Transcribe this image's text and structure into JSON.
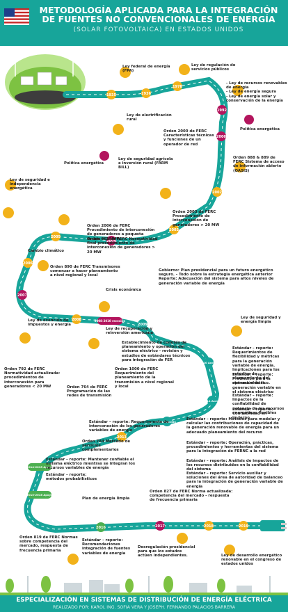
{
  "header": {
    "title_line1": "METODOLOGÍA APLICADA PARA LA INTEGRACIÓN",
    "title_line2": "DE FUENTES NO CONVENCIONALES DE ENERGÍA",
    "subtitle": "(SOLAR FOTOVOLTAICA) EN ESTADOS UNIDOS"
  },
  "years": {
    "y1935": "1935",
    "y1936": "1936",
    "y1978": "1978",
    "y1992": "1992",
    "y2000": "2000",
    "y2002": "2002",
    "y2003": "2003",
    "y2004": "2004",
    "y2005": "2005",
    "y2006": "2006",
    "y2007": "2007",
    "y2008": "2008-2010 recesión",
    "y2008b": "2008",
    "y2009": "2009",
    "y2009r": "2009-2010 (recesión)",
    "y2010": "2010 Acción",
    "y2011": "2011 Acción",
    "y2012": "2012 Acción",
    "y2013": "2013",
    "y2014": "2014-2015 Apoyo",
    "y2015": "2015-2016 Apoyo",
    "y2016": "2016",
    "y2017": "2017",
    "y2018": "2018",
    "y2019": "2019"
  },
  "events": {
    "e1": "Ley federal de energía (FPA)",
    "e2": "Ley de regulación de servicios públicos",
    "e3": "Ley de electrificación rural",
    "e4a": "- Ley de recursos renovables de energía",
    "e4b": "- Ley de energía segura",
    "e4c": "- Ley de energía solar y conservación de la energía",
    "e5": "Política energética",
    "e6a": "Orden 2000 de FERC",
    "e6b": "Características técnicas y funciones de un operador de red",
    "e7a": "Orden 888 & 889 de",
    "e7b": "FERC Sistema de acceso de información abierto (OASIS)",
    "e8": "Política energética",
    "e9": "Ley de seguridad agrícola e inversión rural (FARM BILL)",
    "e10": "Ley de seguridad e independencia energética",
    "e11": "Orden 2003 de FERC Procedimiento de interconexión de generadores > 20 MW",
    "e12": "Orden 2006 de FERC Procedimiento de interconexión de generadores a pequeña escala < 20 MW",
    "e13": "Orden 661 de FERC Normatividad final procedimiento de interconexión de generadores > 20 MW",
    "e14": "Cambio climático",
    "e15": "Orden 890 de FERC Transmisores comenzar a hacer planeamiento a nivel regional y local",
    "e16": "Crisis económica",
    "e17a": "Gobierno: Plan presidencial para un futuro energético seguro. - Todo sobre la estrategia energética anterior",
    "e17b": "Reporte: Adecuación del sistema para altos niveles de generación variable de energía",
    "e18": "Ley de exención de impuestos y energía",
    "e19": "Ley de recuperación y reinversión americana",
    "e20": "Ley de seguridad y energía limpia",
    "e21": "Establecimiento de comités de planeamiento y operación del sistema eléctrico - revisión y estudios de estándares técnicos para integración de FER",
    "e22": "Orden 1000 de FERC Requerimiento del planeamiento de la transmisión a nivel regional y local",
    "e23": "Orden 792 de FERC Normatividad actualizada: procedimientos de interconexión para generadores < 20 MW",
    "e24": "Orden 764 de FERC Programación de las redes de transmisión",
    "e25": "Estándar – reporte: Requerimientos de flexibilidad y métricas para la generación variable de energía. Implicaciones para los estudios de planeamiento del sistema eléctrico.",
    "e26": "Estándar – reporte: Predicción para la operación de la generación variable en el sistema eléctrico",
    "e27": "Estándar – reporte: Impactos de la confiabilidad de potencia de los recursos energéticos flexibles",
    "e28": "Estándar – reporte: Confiabilidad en invierno",
    "e29": "Estándar – reporte: Requerimiento de interconexión de los generadores variables de energía",
    "e30": "Orden 784 Mercado de servicios complementarios",
    "e31": "Estándar – reporte: Mantener confiable el sistema eléctrico mientras se integran los recursos variables de energía",
    "e32": "Estándar – reporte: métodos probabilísticos",
    "e33": "Estándar – reporte: Métodos para modelar y calcular las contribuciones de capacidad de la generación renovable de energía para un adecuado planeamiento del recurso",
    "e34": "Estándar – reporte: Operación, prácticas, procedimientos y herramientas del sistema para la integración de FERNC a la red",
    "e35": "Estándar – reporte: Análisis de impactos de los recursos distribuidos en la confiabilidad del sistema",
    "e36": "Estándar – reporte: Servicio auxiliar y soluciones del área de autoridad de balanceo para la integración de generación variable de energía",
    "e37": "Plan de energía limpia",
    "e38": "Orden 827 de FERC Norma actualizada: competencia del mercado - respuesta de frecuencia primaria",
    "e39": "Orden 819 de FERC Normas sobre competencia del mercado, respuesta de frecuencia primaria",
    "e40": "Estándar – reporte: Recomendaciones integración de fuentes variables de energía",
    "e41": "Desregulación presidencial para que los estados actúen independientes.",
    "e42": "Ley de desarrollo energético renovable en el congreso de estados unidos"
  },
  "footer": {
    "title": "ESPECIALIZACIÓN EN SISTEMAS DE DISTRIBUCIÓN DE ENERGÍA ELÉCTRICA",
    "subtitle": "REALIZADO POR: KAROL ING. SOFIA VERA Y JOSEPH. FERNANDO PALACIOS BARRERA"
  },
  "colors": {
    "teal": "#17a59a",
    "road": "#17a59a",
    "node_yellow": "#f2b21a",
    "node_magenta": "#b3155d",
    "node_green": "#4caf50"
  }
}
